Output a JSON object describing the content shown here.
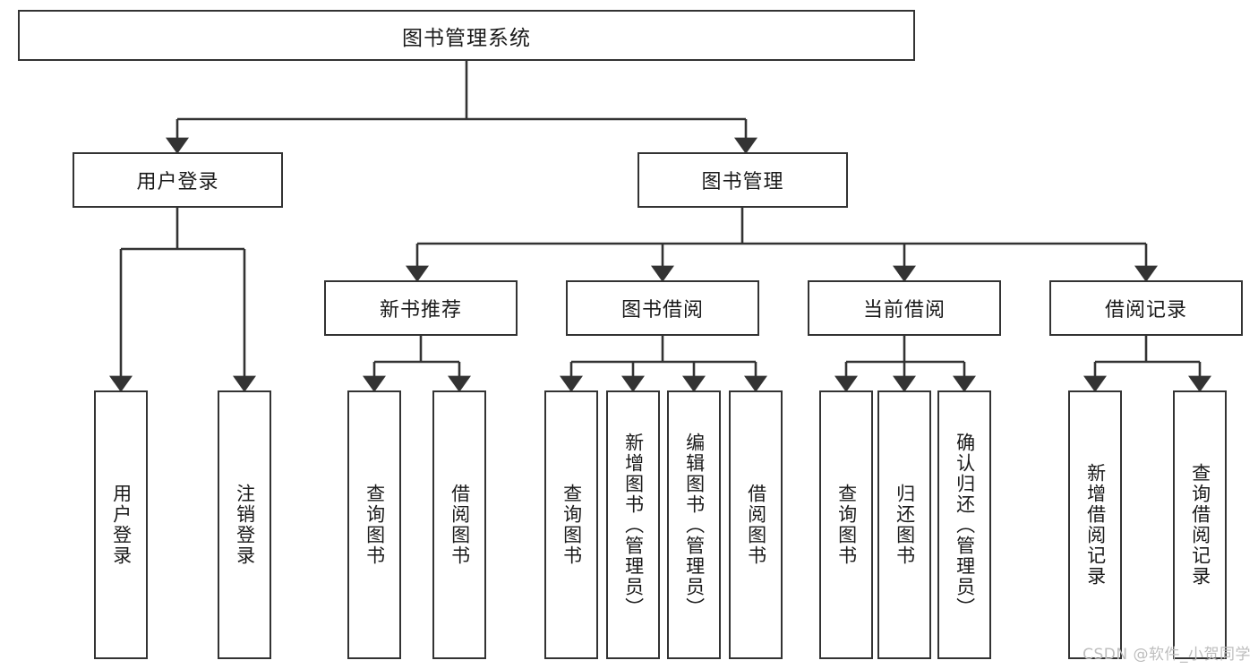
{
  "diagram": {
    "title": "图书管理系统",
    "type": "tree-hierarchy-diagram",
    "watermark": "CSDN @软件_小贺同学",
    "colors": {
      "stroke": "#333333",
      "fill": "#ffffff",
      "text": "#1a1a1a",
      "watermark": "#bdbdbd"
    },
    "nodes": {
      "root": {
        "label": "图书管理系统"
      },
      "level2": [
        {
          "label": "用户登录"
        },
        {
          "label": "图书管理"
        }
      ],
      "level3": [
        {
          "label": "新书推荐"
        },
        {
          "label": "图书借阅"
        },
        {
          "label": "当前借阅"
        },
        {
          "label": "借阅记录"
        }
      ],
      "leaves_user_login": [
        {
          "label": "用户登录"
        },
        {
          "label": "注销登录"
        }
      ],
      "leaves_new_book": [
        {
          "label": "查询图书"
        },
        {
          "label": "借阅图书"
        }
      ],
      "leaves_borrow": [
        {
          "label": "查询图书"
        },
        {
          "label": "新增图书（管理员）"
        },
        {
          "label": "编辑图书（管理员）"
        },
        {
          "label": "借阅图书"
        }
      ],
      "leaves_current": [
        {
          "label": "查询图书"
        },
        {
          "label": "归还图书"
        },
        {
          "label": "确认归还（管理员）"
        }
      ],
      "leaves_records": [
        {
          "label": "新增借阅记录"
        },
        {
          "label": "查询借阅记录"
        }
      ]
    }
  }
}
